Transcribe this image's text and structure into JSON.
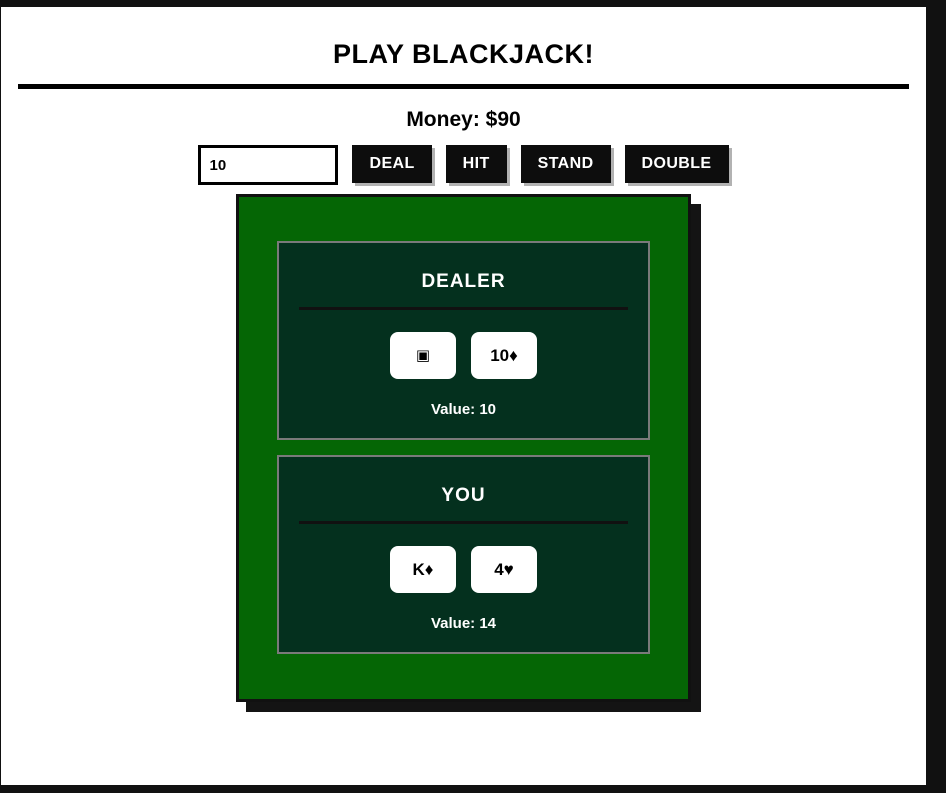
{
  "page": {
    "title": "PLAY BLACKJACK!"
  },
  "status": {
    "money_label": "Money: $90"
  },
  "controls": {
    "bet_input_value": "10",
    "bet_input_placeholder": "",
    "buttons": [
      {
        "label": "DEAL",
        "name": "deal-button"
      },
      {
        "label": "HIT",
        "name": "hit-button"
      },
      {
        "label": "STAND",
        "name": "stand-button"
      },
      {
        "label": "DOUBLE",
        "name": "double-button"
      }
    ]
  },
  "table": {
    "dealer": {
      "title": "DEALER",
      "cards": [
        {
          "label": "▣",
          "facedown": true
        },
        {
          "label": "10♦",
          "facedown": false
        }
      ],
      "value_label": "Value: 10"
    },
    "player": {
      "title": "YOU",
      "cards": [
        {
          "label": "K♦",
          "facedown": false
        },
        {
          "label": "4♥",
          "facedown": false
        }
      ],
      "value_label": "Value: 14"
    }
  },
  "colors": {
    "frame": "#111111",
    "table_felt": "#056605",
    "panel_felt": "#04301e",
    "panel_border": "#7a7a7a",
    "button_bg": "#0d0d0d",
    "button_text": "#ffffff",
    "page_bg": "#ffffff"
  }
}
